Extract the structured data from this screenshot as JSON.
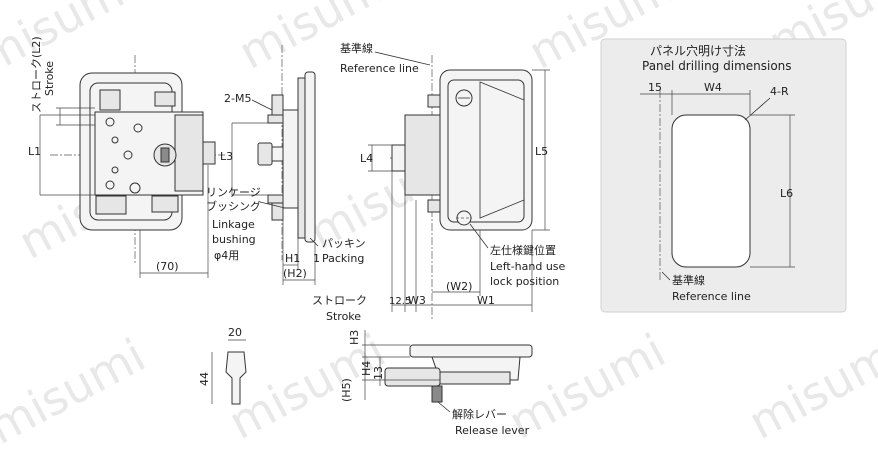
{
  "watermark": "misumi",
  "front_view": {
    "stroke_label_jp": "ストローク(L2)",
    "stroke_label_en": "Stroke",
    "l1": "L1",
    "l3": "L3",
    "dim_70": "(70)"
  },
  "side_view": {
    "m5": "2-M5",
    "linkage_jp": "リンケージ",
    "bushing_jp": "ブッシング",
    "linkage_en": "Linkage",
    "bushing_en": "bushing",
    "phi4": "φ4用",
    "h1": "H1",
    "h2": "(H2)",
    "one": "1",
    "packing_jp": "パッキン",
    "packing_en": "Packing"
  },
  "right_view": {
    "ref_jp": "基準線",
    "ref_en": "Reference line",
    "l4": "L4",
    "l5": "L5",
    "lefthand_jp": "左仕様鍵位置",
    "lefthand_en1": "Left-hand use",
    "lefthand_en2": "lock position",
    "w2": "(W2)",
    "stroke_jp": "ストローク",
    "stroke_en": "Stroke",
    "d125": "12.5",
    "w3": "W3",
    "w1": "W1"
  },
  "bottom_view": {
    "h3": "H3",
    "h4": "H4",
    "d13": "13",
    "h5": "(H5)",
    "release_jp": "解除レバー",
    "release_en": "Release lever"
  },
  "key_view": {
    "d20": "20",
    "d44": "44"
  },
  "panel": {
    "title_jp": "パネル穴明け寸法",
    "title_en": "Panel drilling dimensions",
    "d15": "15",
    "w4": "W4",
    "r": "4-R",
    "l6": "L6",
    "ref_jp": "基準線",
    "ref_en": "Reference line"
  }
}
